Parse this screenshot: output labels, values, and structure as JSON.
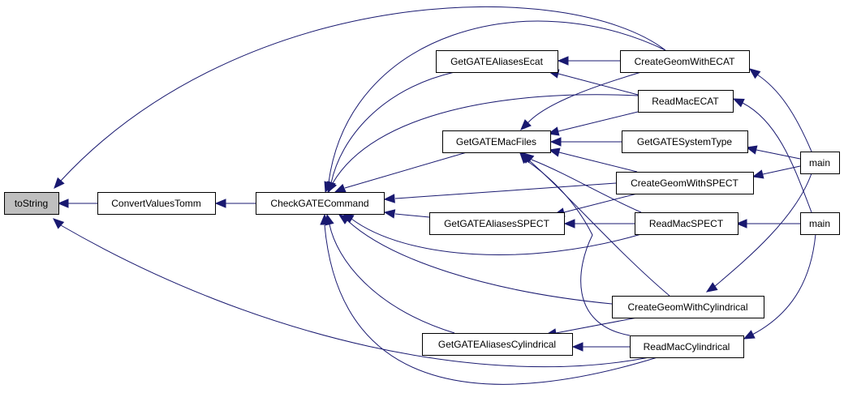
{
  "graph": {
    "type": "call-graph",
    "direction": "right-to-left",
    "colors": {
      "edge": "#191970",
      "node_border": "#000000",
      "root_fill": "#bfbfbf",
      "node_fill": "#ffffff"
    },
    "nodes": [
      {
        "id": "toString",
        "label": "toString",
        "root": true
      },
      {
        "id": "ConvertValuesTomm",
        "label": "ConvertValuesTomm"
      },
      {
        "id": "CheckGATECommand",
        "label": "CheckGATECommand"
      },
      {
        "id": "GetGATEAliasesEcat",
        "label": "GetGATEAliasesEcat"
      },
      {
        "id": "GetGATEMacFiles",
        "label": "GetGATEMacFiles"
      },
      {
        "id": "GetGATEAliasesSPECT",
        "label": "GetGATEAliasesSPECT"
      },
      {
        "id": "GetGATEAliasesCylindrical",
        "label": "GetGATEAliasesCylindrical"
      },
      {
        "id": "CreateGeomWithECAT",
        "label": "CreateGeomWithECAT"
      },
      {
        "id": "ReadMacECAT",
        "label": "ReadMacECAT"
      },
      {
        "id": "GetGATESystemType",
        "label": "GetGATESystemType"
      },
      {
        "id": "CreateGeomWithSPECT",
        "label": "CreateGeomWithSPECT"
      },
      {
        "id": "ReadMacSPECT",
        "label": "ReadMacSPECT"
      },
      {
        "id": "CreateGeomWithCylindrical",
        "label": "CreateGeomWithCylindrical"
      },
      {
        "id": "ReadMacCylindrical",
        "label": "ReadMacCylindrical"
      },
      {
        "id": "main1",
        "label": "main"
      },
      {
        "id": "main2",
        "label": "main"
      }
    ],
    "edges": [
      {
        "from": "ConvertValuesTomm",
        "to": "toString"
      },
      {
        "from": "CreateGeomWithECAT",
        "to": "toString"
      },
      {
        "from": "ReadMacCylindrical",
        "to": "toString"
      },
      {
        "from": "CheckGATECommand",
        "to": "ConvertValuesTomm"
      },
      {
        "from": "GetGATEAliasesEcat",
        "to": "CheckGATECommand"
      },
      {
        "from": "CreateGeomWithECAT",
        "to": "CheckGATECommand"
      },
      {
        "from": "ReadMacECAT",
        "to": "CheckGATECommand"
      },
      {
        "from": "GetGATEMacFiles",
        "to": "CheckGATECommand"
      },
      {
        "from": "CreateGeomWithSPECT",
        "to": "CheckGATECommand"
      },
      {
        "from": "GetGATEAliasesSPECT",
        "to": "CheckGATECommand"
      },
      {
        "from": "ReadMacSPECT",
        "to": "CheckGATECommand"
      },
      {
        "from": "CreateGeomWithCylindrical",
        "to": "CheckGATECommand"
      },
      {
        "from": "GetGATEAliasesCylindrical",
        "to": "CheckGATECommand"
      },
      {
        "from": "ReadMacCylindrical",
        "to": "CheckGATECommand"
      },
      {
        "from": "CreateGeomWithECAT",
        "to": "GetGATEAliasesEcat"
      },
      {
        "from": "ReadMacECAT",
        "to": "GetGATEAliasesEcat"
      },
      {
        "from": "CreateGeomWithECAT",
        "to": "GetGATEMacFiles"
      },
      {
        "from": "ReadMacECAT",
        "to": "GetGATEMacFiles"
      },
      {
        "from": "GetGATESystemType",
        "to": "GetGATEMacFiles"
      },
      {
        "from": "CreateGeomWithSPECT",
        "to": "GetGATEMacFiles"
      },
      {
        "from": "ReadMacSPECT",
        "to": "GetGATEMacFiles"
      },
      {
        "from": "CreateGeomWithCylindrical",
        "to": "GetGATEMacFiles"
      },
      {
        "from": "ReadMacCylindrical",
        "to": "GetGATEMacFiles"
      },
      {
        "from": "CreateGeomWithSPECT",
        "to": "GetGATEAliasesSPECT"
      },
      {
        "from": "ReadMacSPECT",
        "to": "GetGATEAliasesSPECT"
      },
      {
        "from": "CreateGeomWithCylindrical",
        "to": "GetGATEAliasesCylindrical"
      },
      {
        "from": "ReadMacCylindrical",
        "to": "GetGATEAliasesCylindrical"
      },
      {
        "from": "main1",
        "to": "CreateGeomWithECAT"
      },
      {
        "from": "main1",
        "to": "GetGATESystemType"
      },
      {
        "from": "main1",
        "to": "CreateGeomWithSPECT"
      },
      {
        "from": "main1",
        "to": "CreateGeomWithCylindrical"
      },
      {
        "from": "main2",
        "to": "ReadMacECAT"
      },
      {
        "from": "main2",
        "to": "ReadMacSPECT"
      },
      {
        "from": "main2",
        "to": "ReadMacCylindrical"
      }
    ]
  }
}
